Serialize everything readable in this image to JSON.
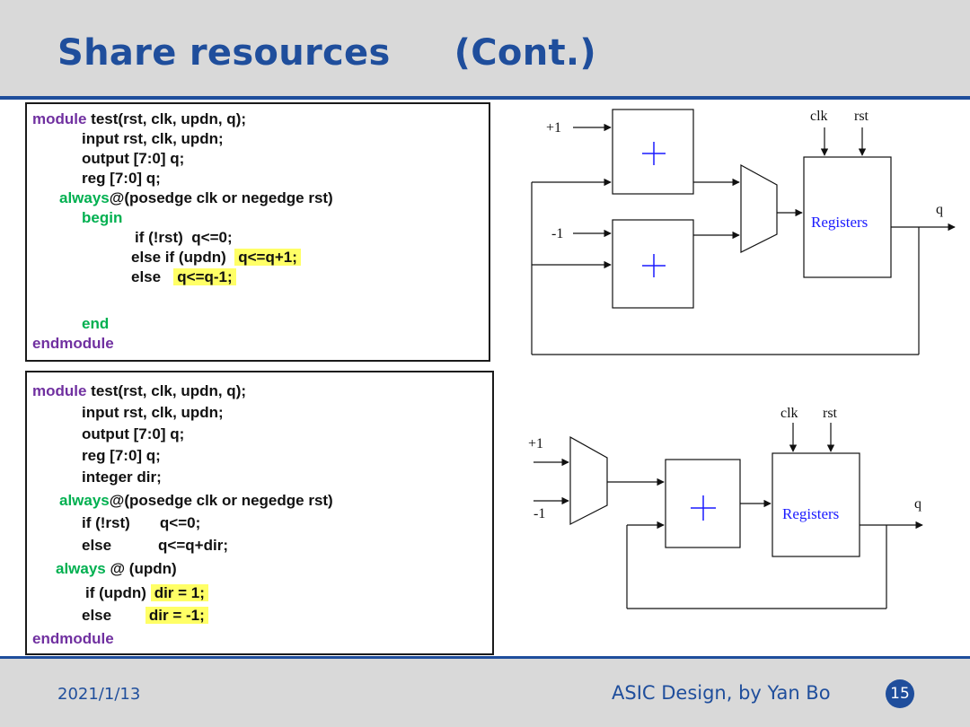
{
  "slide": {
    "title": "Share resources     (Cont.)",
    "date": "2021/1/13",
    "author": "ASIC Design, by Yan Bo",
    "page": "15"
  },
  "code1": {
    "l1_kw": "module",
    "l1_rest": " test(rst, clk, updn, q);",
    "l2": "input rst, clk, updn;",
    "l3": "output [7:0] q;",
    "l4": "reg [7:0] q;",
    "l5_kw": "always",
    "l5_rest": "@(posedge clk or negedge rst)",
    "l6": "begin",
    "l7": "if (!rst)  q<=0;",
    "l8_a": "else if (updn)",
    "l8_hl": "q<=q+1;",
    "l9_a": "else",
    "l9_hl": "q<=q-1;",
    "l10": "end",
    "l11": "endmodule"
  },
  "code2": {
    "l1_kw": "module",
    "l1_rest": " test(rst, clk, updn, q);",
    "l2": "input rst, clk, updn;",
    "l3": "output [7:0] q;",
    "l4": "reg [7:0] q;",
    "l5": "integer dir;",
    "l6_kw": "always",
    "l6_rest": "@(posedge clk or negedge rst)",
    "l7": "if (!rst)       q<=0;",
    "l8": "else           q<=q+dir;",
    "l9_kw": "always",
    "l9_rest": " @ (updn)",
    "l10_a": "if (updn)",
    "l10_hl": "dir = 1;",
    "l11_a": "else",
    "l11_hl": "dir = -1;",
    "l12": "endmodule"
  },
  "diagram1": {
    "plus_one": "+1",
    "minus_one": "-1",
    "adder_symbol": "+",
    "clk": "clk",
    "rst": "rst",
    "registers": "Registers",
    "q": "q"
  },
  "diagram2": {
    "plus_one": "+1",
    "minus_one": "-1",
    "adder_symbol": "+",
    "clk": "clk",
    "rst": "rst",
    "registers": "Registers",
    "q": "q"
  }
}
